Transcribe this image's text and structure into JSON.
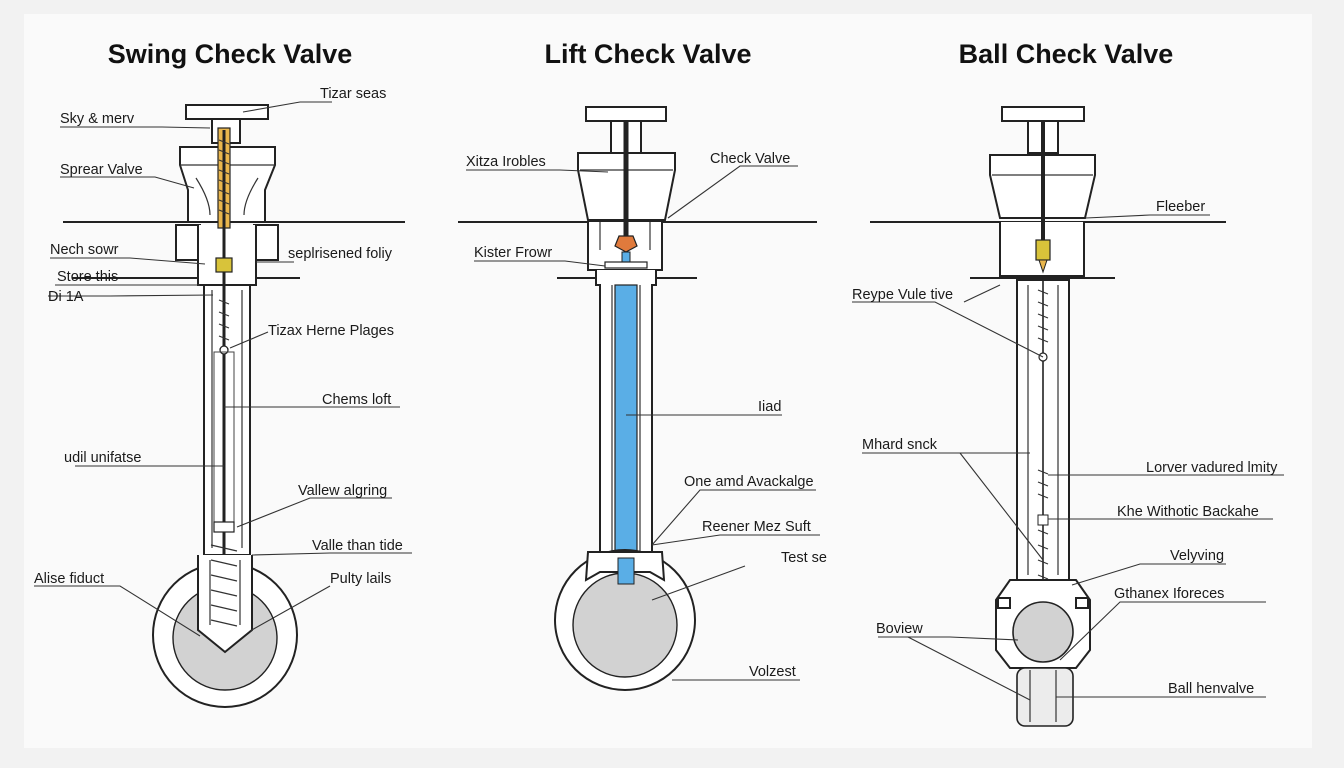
{
  "titles": {
    "swing": "Swing Check Valve",
    "lift": "Lift Check Valve",
    "ball": "Ball Check Valve"
  },
  "swing": {
    "labels": [
      "Tizar seas",
      "Sky & merv",
      "Sprear Valve",
      "Nech sowr",
      "seplrisened foliy",
      "Store this",
      "Di 1A",
      "Tizax Herne Plages",
      "Chems loft",
      "udil unifatse",
      "Vallew algring",
      "Valle than tide",
      "Alise fiduct",
      "Pulty lails"
    ]
  },
  "lift": {
    "labels": [
      "Xitza Irobles",
      "Check Valve",
      "Kister Frowr",
      "Iiad",
      "One amd Avackalge",
      "Reener Mez Suft",
      "Test se",
      "Volzest"
    ]
  },
  "ball": {
    "labels": [
      "Fleeber",
      "Reype Vule tive",
      "Mhard snck",
      "Lorver vadured lmity",
      "Khe Withotic Backahe",
      "Velyving",
      "Gthanex Iforeces",
      "Boview",
      "Ball henvalve"
    ]
  },
  "colors": {
    "brass_stem": "#e9b64c",
    "valve_yellow": "#d8c33a",
    "disc_orange": "#e07a3c",
    "flow_blue": "#5aaee6",
    "disc_gray": "#d2d2d2",
    "line": "#222222",
    "background": "#fafafa"
  }
}
